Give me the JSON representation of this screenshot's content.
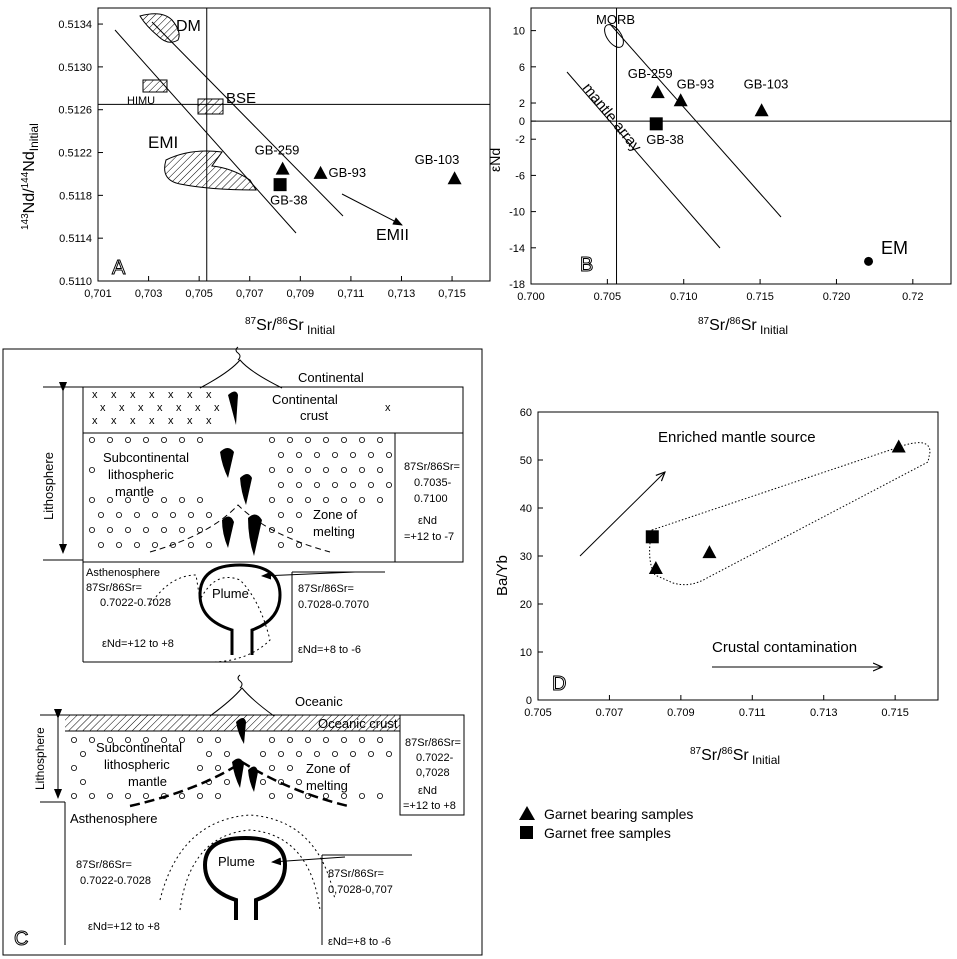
{
  "panel_a": {
    "letter": "A",
    "xlabel": "87Sr/86Sr Initial",
    "ylabel": "143Nd/144Nd Initial",
    "fields": [
      "DM",
      "HIMU",
      "BSE",
      "EMI"
    ],
    "arrow_label": "EMII"
  },
  "panel_b": {
    "letter": "B",
    "xlabel": "87Sr/86Sr Initial",
    "ylabel": "εNd",
    "field": "MORB",
    "array_label": "mantle array",
    "end_member": "EM"
  },
  "panel_c": {
    "letter": "C",
    "continental": {
      "title": "Continental",
      "crust": "Continental crust",
      "lithosphere": "Lithosphere",
      "sclm_1": "Subcontinental",
      "sclm_2": "lithospheric",
      "sclm_3": "mantle",
      "zone_1": "Zone of",
      "zone_2": "melting",
      "sclm_sr_1": "87Sr/86Sr=",
      "sclm_sr_2": "0.7035-",
      "sclm_sr_3": "0.7100",
      "sclm_nd_1": "εNd",
      "sclm_nd_2": "=+12 to -7",
      "astheno": "Asthenosphere",
      "astheno_sr_1": "87Sr/86Sr=",
      "astheno_sr_2": "0.7022-0.7028",
      "plume": "Plume",
      "plume_sr_1": "87Sr/86Sr=",
      "plume_sr_2": "0.7028-0.7070",
      "astheno_nd": "εNd=+12 to +8",
      "plume_nd": "εNd=+8 to -6"
    },
    "oceanic": {
      "title": "Oceanic",
      "crust": "Oceanic crust",
      "lithosphere": "Lithosphere",
      "sclm_1": "Subcontinental",
      "sclm_2": "lithospheric",
      "sclm_3": "mantle",
      "zone_1": "Zone of",
      "zone_2": "melting",
      "sclm_sr_1": "87Sr/86Sr=",
      "sclm_sr_2": "0.7022-",
      "sclm_sr_3": "0,7028",
      "sclm_nd_1": "εNd",
      "sclm_nd_2": "=+12 to +8",
      "astheno": "Asthenosphere",
      "astheno_sr_1": "87Sr/86Sr=",
      "astheno_sr_2": "0.7022-0.7028",
      "plume": "Plume",
      "plume_sr_1": "87Sr/86Sr=",
      "plume_sr_2": "0,7028-0,707",
      "astheno_nd": "εNd=+12 to +8",
      "plume_nd": "εNd=+8 to -6"
    }
  },
  "panel_d": {
    "letter": "D",
    "field_label": "Enriched mantle source",
    "trend_label": "Crustal contamination"
  },
  "legend": {
    "garnet_bearing": "Garnet bearing samples",
    "garnet_free": "Garnet free samples"
  },
  "chart_data": [
    {
      "type": "scatter",
      "panel": "A",
      "xlabel": "87Sr/86Sr Initial",
      "ylabel": "143Nd/144Nd Initial",
      "xlim": [
        0.701,
        0.7165
      ],
      "ylim": [
        0.511,
        0.51355
      ],
      "xticks": [
        0.701,
        0.703,
        0.705,
        0.707,
        0.709,
        0.711,
        0.713,
        0.715
      ],
      "xtick_labels": [
        "0,701",
        "0,703",
        "0,705",
        "0,707",
        "0,709",
        "0,711",
        "0,713",
        "0,715"
      ],
      "yticks": [
        0.511,
        0.5114,
        0.5118,
        0.5122,
        0.5126,
        0.513,
        0.5134
      ],
      "ytick_labels": [
        "0.5110",
        "0.5114",
        "0.5118",
        "0.5122",
        "0.5126",
        "0.5130",
        "0.5134"
      ],
      "reference_lines": {
        "x": 0.7053,
        "y": 0.51265
      },
      "points": [
        {
          "label": "GB-259",
          "x": 0.7083,
          "y": 0.51205,
          "marker": "triangle"
        },
        {
          "label": "GB-93",
          "x": 0.7098,
          "y": 0.51201,
          "marker": "triangle"
        },
        {
          "label": "GB-103",
          "x": 0.7151,
          "y": 0.51196,
          "marker": "triangle"
        },
        {
          "label": "GB-38",
          "x": 0.7082,
          "y": 0.5119,
          "marker": "square"
        }
      ]
    },
    {
      "type": "scatter",
      "panel": "B",
      "xlabel": "87Sr/86Sr Initial",
      "ylabel": "εNd",
      "xlim": [
        0.7,
        0.7275
      ],
      "ylim": [
        -18,
        12.5
      ],
      "xticks": [
        0.7,
        0.705,
        0.71,
        0.715,
        0.72,
        0.725
      ],
      "xtick_labels": [
        "0.700",
        "0.705",
        "0.710",
        "0.715",
        "0.720",
        "0.72"
      ],
      "yticks": [
        -18,
        -14,
        -10,
        -6,
        -2,
        0,
        2,
        6,
        10
      ],
      "ytick_labels": [
        "-18",
        "-14",
        "-10",
        "-6",
        "-2",
        "0",
        "2",
        "6",
        "10"
      ],
      "reference_lines": {
        "x": 0.7056,
        "y": 0
      },
      "points": [
        {
          "label": "GB-259",
          "x": 0.7083,
          "y": 3.2,
          "marker": "triangle"
        },
        {
          "label": "GB-93",
          "x": 0.7098,
          "y": 2.3,
          "marker": "triangle"
        },
        {
          "label": "GB-103",
          "x": 0.7151,
          "y": 1.2,
          "marker": "triangle"
        },
        {
          "label": "GB-38",
          "x": 0.7082,
          "y": -0.3,
          "marker": "square"
        },
        {
          "label": "EM",
          "x": 0.7221,
          "y": -15.5,
          "marker": "circle"
        }
      ]
    },
    {
      "type": "scatter",
      "panel": "D",
      "xlabel": "87Sr/86Sr Initial",
      "ylabel": "Ba/Yb",
      "xlim": [
        0.705,
        0.7162
      ],
      "ylim": [
        0,
        60
      ],
      "xticks": [
        0.705,
        0.707,
        0.709,
        0.711,
        0.713,
        0.715
      ],
      "xtick_labels": [
        "0.705",
        "0.707",
        "0.709",
        "0.711",
        "0.713",
        "0.715"
      ],
      "yticks": [
        0,
        10,
        20,
        30,
        40,
        50,
        60
      ],
      "ytick_labels": [
        "0",
        "10",
        "20",
        "30",
        "40",
        "50",
        "60"
      ],
      "series": [
        {
          "name": "Garnet bearing samples",
          "marker": "triangle",
          "x": [
            0.7083,
            0.7098,
            0.7151
          ],
          "y": [
            27.5,
            30.8,
            52.8
          ]
        },
        {
          "name": "Garnet free samples",
          "marker": "square",
          "x": [
            0.7082
          ],
          "y": [
            34
          ]
        }
      ]
    }
  ]
}
